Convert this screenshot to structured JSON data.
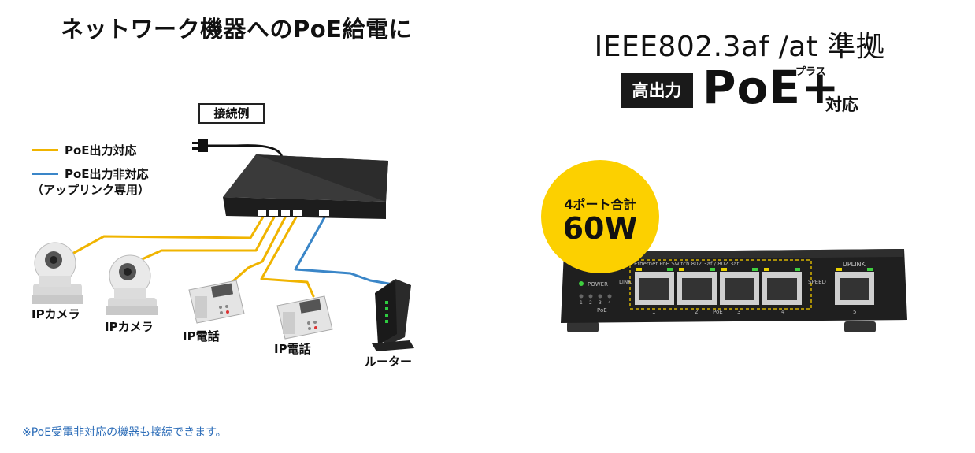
{
  "left_panel": {
    "title": "ネットワーク機器へのPoE給電に",
    "example_label": "接続例",
    "legend": {
      "poe_supported": {
        "label": "PoE出力対応",
        "color": "#f0b400"
      },
      "poe_unsupported": {
        "label": "PoE出力非対応",
        "sublabel": "（アップリンク専用）",
        "color": "#3a86c8"
      }
    },
    "devices": {
      "ip_camera_1": "IPカメラ",
      "ip_camera_2": "IPカメラ",
      "ip_phone_1": "IP電話",
      "ip_phone_2": "IP電話",
      "router": "ルーター"
    },
    "footnote": "※PoE受電非対応の機器も接続できます。"
  },
  "right_panel": {
    "standard": "IEEE802.3af /at 準拠",
    "high_output_badge": "高出力",
    "poe_plus": "PoE+",
    "plus_ruby": "プラス",
    "supported": "対応",
    "badge": {
      "top": "4ポート合計",
      "power": "60W",
      "color": "#fcd000"
    },
    "switch": {
      "model_text": "Ethernet PoE Switch 802.3af / 802.3at",
      "power_label": "POWER",
      "link_label": "LINK",
      "speed_label": "SPEED",
      "uplink_label": "UPLINK",
      "poe_label": "PoE",
      "led_numbers": [
        "1",
        "2",
        "3",
        "4"
      ],
      "port_numbers": [
        "1",
        "2",
        "3",
        "4",
        "5"
      ],
      "uplink_port_number": "5"
    }
  }
}
